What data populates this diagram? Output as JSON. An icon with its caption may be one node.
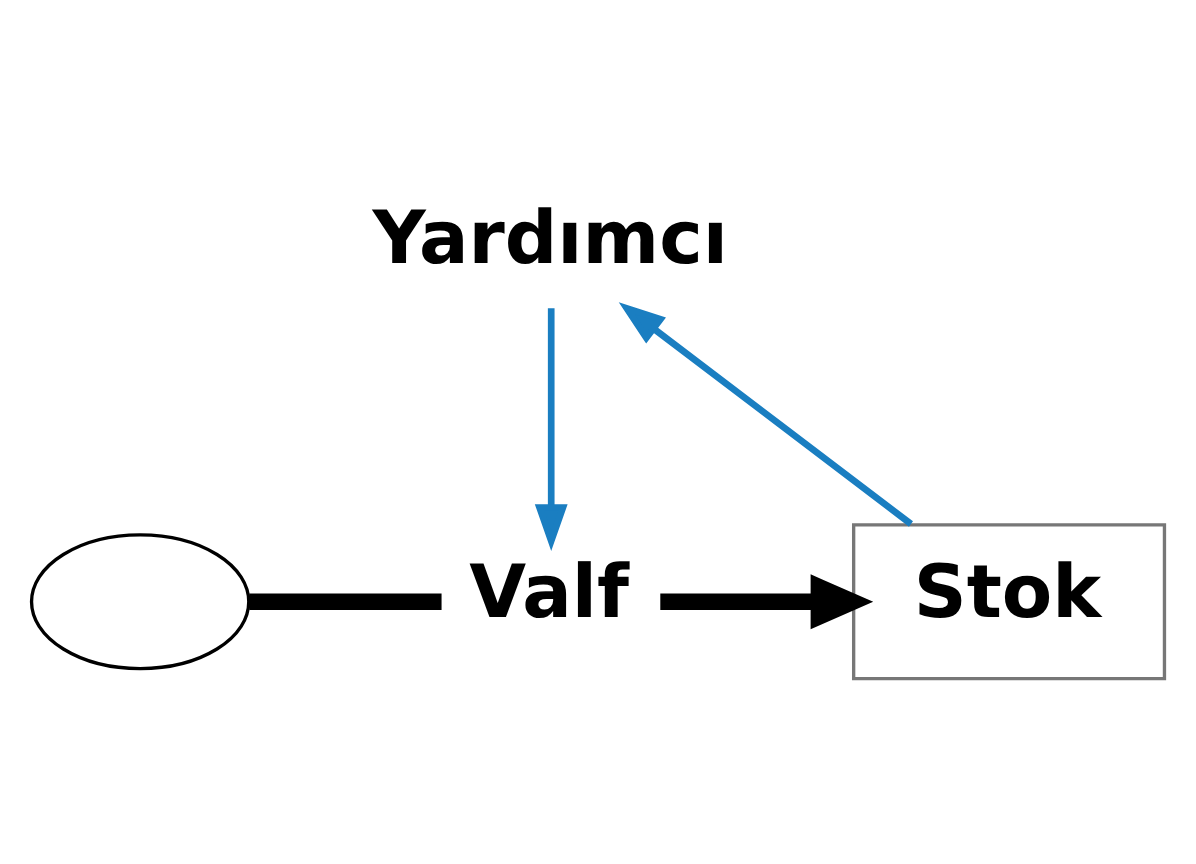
{
  "diagram": {
    "nodes": [
      {
        "text": [
          "Yardımcı"
        ]
      },
      {
        "text": [],
        "shape": "cloud"
      },
      {
        "text": [
          "Valf"
        ]
      },
      {
        "text": [
          "Stok"
        ]
      }
    ],
    "edges": [
      {
        "from": 0,
        "to": 2,
        "arrow": "to",
        "color": "#1a7ec1"
      },
      {
        "from": 1,
        "to": 2,
        "arrow": "none",
        "style": "thick",
        "color": "#000000"
      },
      {
        "from": 2,
        "to": 3,
        "arrow": "to",
        "style": "thick",
        "color": "#000000"
      },
      {
        "from": 3,
        "to": 0,
        "arrow": "to",
        "color": "#1a7ec1"
      }
    ]
  }
}
